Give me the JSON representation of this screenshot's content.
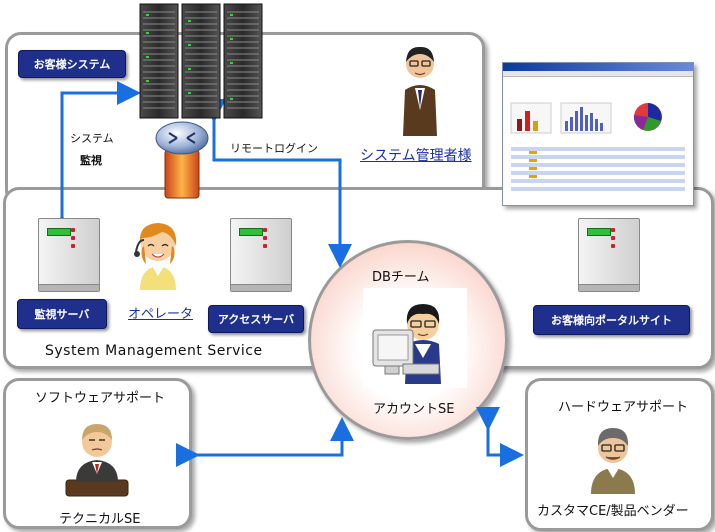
{
  "labels": {
    "customer_system": "お客様システム",
    "system_monitor_1": "システム",
    "system_monitor_2": "監視",
    "remote_login": "リモートログイン",
    "system_admin": "システム管理者様",
    "monitor_server": "監視サーバ",
    "operator": "オペレータ",
    "access_server": "アクセスサーバ",
    "db_team": "DBチーム",
    "account_se": "アカウントSE",
    "portal_site": "お客様向ポータルサイト",
    "sms": "System Management Service",
    "software_support": "ソフトウェアサポート",
    "technical_se": "テクニカルSE",
    "hardware_support": "ハードウェアサポート",
    "customer_ce": "カスタマCE/製品ベンダー"
  },
  "colors": {
    "tag_bg": "#1f2f8c",
    "arrow": "#1a6fe0",
    "panel_border": "#9a9a9a",
    "circle_border": "#9a9a9a",
    "server_led": "#2fbf3a"
  }
}
